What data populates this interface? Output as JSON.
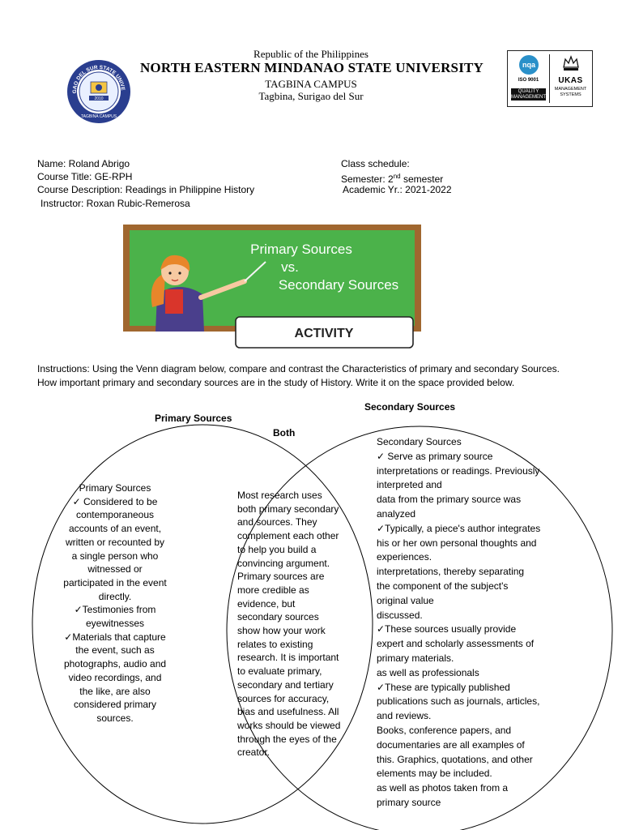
{
  "header": {
    "republic": "Republic of the Philippines",
    "university": "NORTH EASTERN MINDANAO STATE UNIVERSITY",
    "campus": "TAGBINA CAMPUS",
    "address": "Tagbina, Surigao del Sur",
    "seal_text": "SURIGAO DEL SUR STATE UNIVERSITY",
    "seal_year": "2010",
    "seal_campus": "TAGBINA CAMPUS",
    "cert": {
      "nqa": "nqa",
      "iso": "ISO 9001",
      "quality": "QUALITY MANAGEMENT",
      "ukas": "UKAS",
      "mgmt": "MANAGEMENT SYSTEMS"
    }
  },
  "info": {
    "name": "Name: Roland Abrigo",
    "course_title": "Course Title: GE-RPH",
    "course_desc": "Course Description: Readings in Philippine History",
    "instructor": "Instructor: Roxan Rubic-Remerosa",
    "class_schedule": "Class schedule:",
    "semester_prefix": "Semester: 2",
    "semester_sup": "nd",
    "semester_suffix": " semester",
    "academic_year": "Academic Yr.: 2021-2022"
  },
  "banner": {
    "line1": "Primary Sources",
    "line2": "vs.",
    "line3": "Secondary Sources",
    "activity": "ACTIVITY",
    "colors": {
      "board": "#4bb24a",
      "frame": "#a0672f",
      "shirt": "#4a3f8c",
      "hair": "#e8862a"
    }
  },
  "instructions": "Instructions: Using the Venn diagram below, compare and contrast the Characteristics of primary and secondary Sources. How important primary and secondary sources are in the study of History. Write it on the space provided below.",
  "venn": {
    "label_primary": "Primary Sources",
    "label_secondary": "Secondary Sources",
    "label_both": "Both",
    "primary_lines": [
      "Primary Sources",
      "✓ Considered to be",
      "contemporaneous",
      "accounts of an event,",
      "written or recounted by",
      "a single person who",
      "witnessed or",
      "participated in the event",
      "directly.",
      "✓Testimonies from",
      "eyewitnesses",
      "✓Materials that capture",
      "the event, such as",
      "photographs, audio and",
      "video recordings, and",
      "the like, are also",
      "considered primary",
      "sources."
    ],
    "both_lines": [
      "Most research uses",
      "both primary secondary",
      "and sources. They",
      "complement each other",
      "to help you build a",
      "convincing argument.",
      "Primary sources are",
      "more credible as",
      "evidence, but",
      "secondary sources",
      "show how your work",
      "relates to existing",
      "research. It is important",
      "to evaluate primary,",
      "secondary and tertiary",
      "sources for accuracy,",
      "bias and usefulness. All",
      "works should be viewed",
      "through the eyes of the",
      "creator."
    ],
    "secondary_lines": [
      "Secondary Sources",
      "✓ Serve as primary source",
      "interpretations or readings. Previously",
      "interpreted and",
      "data from the primary source was",
      "analyzed",
      "✓Typically, a piece's author integrates",
      "his or her own personal thoughts and",
      "experiences.",
      "interpretations, thereby separating",
      "the component of the subject's",
      "original value",
      "discussed.",
      "✓These sources usually provide",
      "expert and scholarly assessments of",
      "primary materials.",
      "as well as professionals",
      "✓These are typically published",
      "publications such as journals, articles,",
      "and reviews.",
      "Books, conference papers, and",
      "documentaries are all examples of",
      "this. Graphics, quotations, and other",
      "elements may be included.",
      "as well as photos taken from a",
      "primary source"
    ]
  }
}
